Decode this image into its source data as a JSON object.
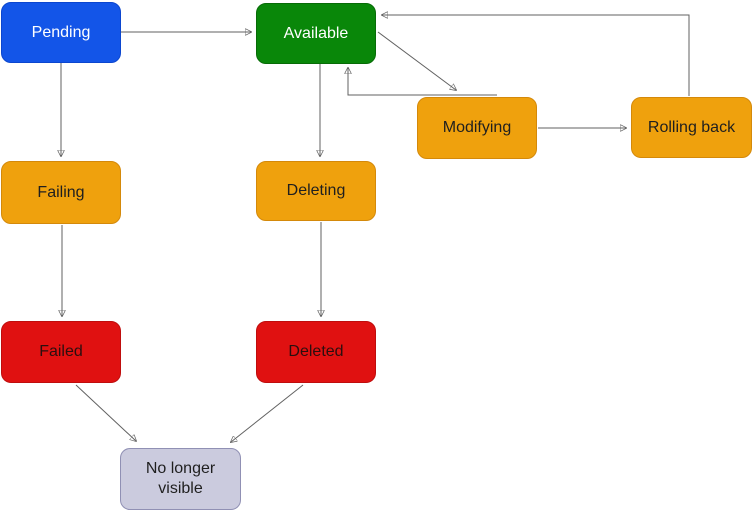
{
  "diagram": {
    "type": "state-machine-flowchart",
    "background": "#ffffff",
    "edge_color": "#616161",
    "nodes": {
      "pending": {
        "label": "Pending",
        "fill": "#1355e8",
        "text_color": "#ffffff"
      },
      "available": {
        "label": "Available",
        "fill": "#098709",
        "text_color": "#ffffff"
      },
      "modifying": {
        "label": "Modifying",
        "fill": "#efa10d",
        "text_color": "#1f1f1f"
      },
      "rolling_back": {
        "label": "Rolling back",
        "fill": "#efa10d",
        "text_color": "#1f1f1f"
      },
      "failing": {
        "label": "Failing",
        "fill": "#efa10d",
        "text_color": "#1f1f1f"
      },
      "deleting": {
        "label": "Deleting",
        "fill": "#efa10d",
        "text_color": "#1f1f1f"
      },
      "failed": {
        "label": "Failed",
        "fill": "#e01111",
        "text_color": "#2b0f0f"
      },
      "deleted": {
        "label": "Deleted",
        "fill": "#e01111",
        "text_color": "#2b0f0f"
      },
      "no_longer_visible": {
        "label": "No longer visible",
        "fill": "#cbcbde",
        "text_color": "#1f1f1f"
      }
    },
    "edges": [
      {
        "from": "Pending",
        "to": "Available"
      },
      {
        "from": "Pending",
        "to": "Failing"
      },
      {
        "from": "Available",
        "to": "Deleting"
      },
      {
        "from": "Available",
        "to": "Modifying"
      },
      {
        "from": "Modifying",
        "to": "Available"
      },
      {
        "from": "Modifying",
        "to": "Rolling back"
      },
      {
        "from": "Rolling back",
        "to": "Available"
      },
      {
        "from": "Failing",
        "to": "Failed"
      },
      {
        "from": "Deleting",
        "to": "Deleted"
      },
      {
        "from": "Failed",
        "to": "No longer visible"
      },
      {
        "from": "Deleted",
        "to": "No longer visible"
      }
    ]
  }
}
